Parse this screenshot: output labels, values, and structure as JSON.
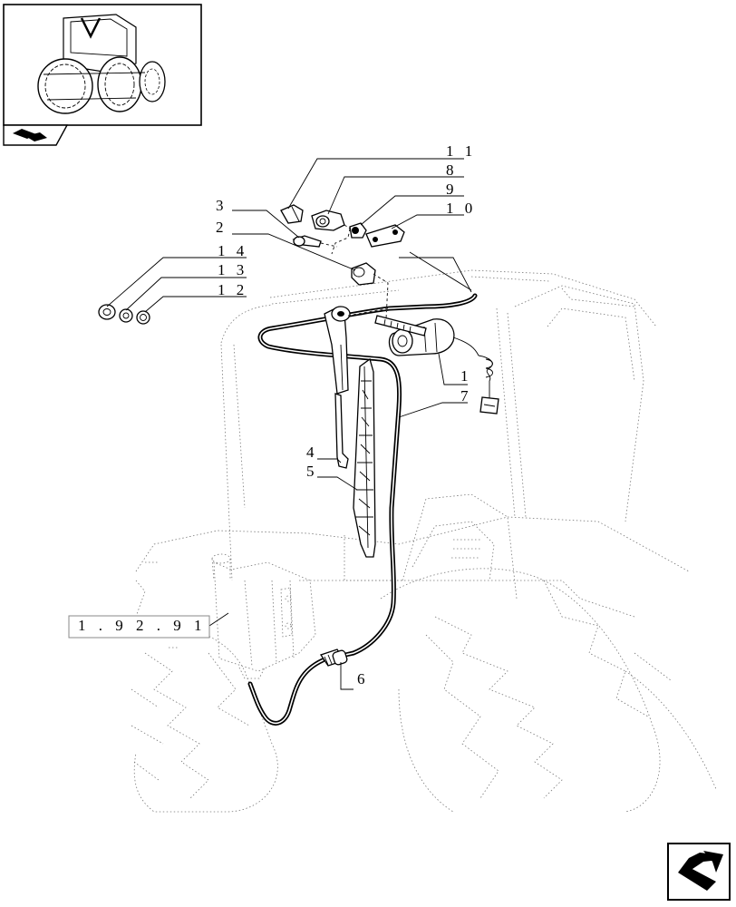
{
  "thumbnail": {
    "icon": "tractor-thumbnail"
  },
  "tab": {
    "icon": "book-icon"
  },
  "nav": {
    "icon": "next-arrow-icon"
  },
  "reference": {
    "text": "1 . 9 2 . 9 1"
  },
  "callouts": [
    {
      "id": "11",
      "label": "1 1"
    },
    {
      "id": "8",
      "label": "8"
    },
    {
      "id": "9",
      "label": "9"
    },
    {
      "id": "10",
      "label": "1 0"
    },
    {
      "id": "3",
      "label": "3"
    },
    {
      "id": "2",
      "label": "2"
    },
    {
      "id": "14",
      "label": "1 4"
    },
    {
      "id": "13",
      "label": "1 3"
    },
    {
      "id": "12",
      "label": "1 2"
    },
    {
      "id": "1",
      "label": "1"
    },
    {
      "id": "7",
      "label": "7"
    },
    {
      "id": "4",
      "label": "4"
    },
    {
      "id": "5",
      "label": "5"
    },
    {
      "id": "6",
      "label": "6"
    }
  ]
}
